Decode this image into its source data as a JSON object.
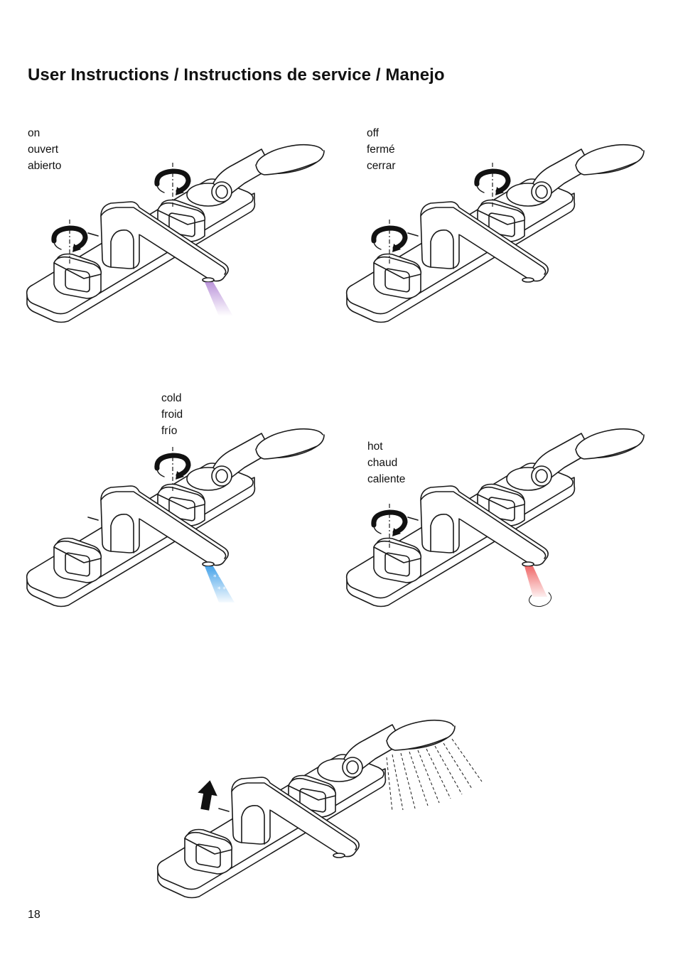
{
  "page": {
    "title": "User Instructions / Instructions de service / Manejo",
    "page_number": "18"
  },
  "panels": [
    {
      "id": "on",
      "labels": [
        "on",
        "ouvert",
        "abierto"
      ]
    },
    {
      "id": "off",
      "labels": [
        "off",
        "fermé",
        "cerrar"
      ]
    },
    {
      "id": "cold",
      "labels": [
        "cold",
        "froid",
        "frío"
      ]
    },
    {
      "id": "hot",
      "labels": [
        "hot",
        "chaud",
        "caliente"
      ]
    },
    {
      "id": "shower",
      "labels": []
    }
  ],
  "colors": {
    "mixed_water": "#b48ad6",
    "cold_water": "#3f9fe8",
    "hot_water": "#ee5a5a",
    "line": "#1a1a1a"
  }
}
